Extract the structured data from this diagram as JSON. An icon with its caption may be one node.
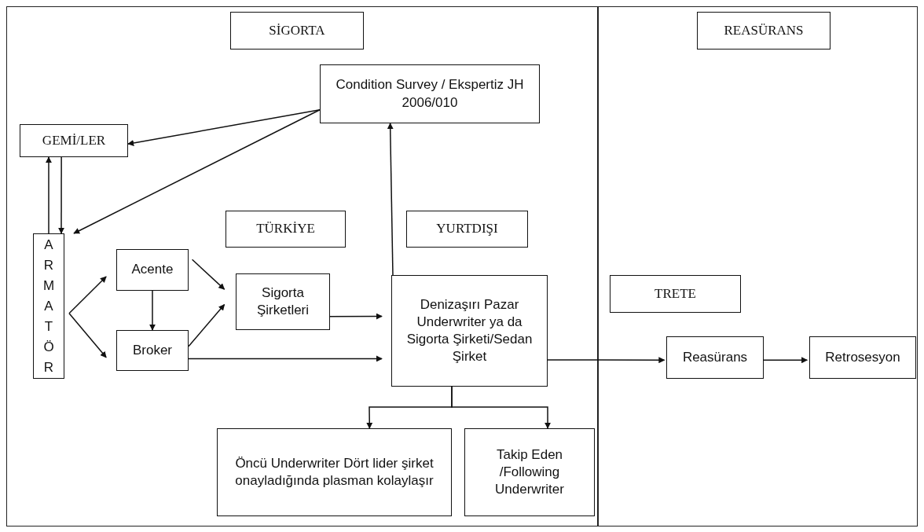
{
  "diagram": {
    "nodes": [
      {
        "text": [
          "SİGORTA"
        ]
      },
      {
        "text": [
          "REASÜRANS"
        ]
      },
      {
        "text": [
          "Condition Survey / Ekspertiz JH 2006/010"
        ]
      },
      {
        "text": [
          "GEMİ/LER"
        ]
      },
      {
        "text": [
          "ARMATÖR"
        ]
      },
      {
        "text": [
          "TÜRKİYE"
        ]
      },
      {
        "text": [
          "YURTDIŞI"
        ]
      },
      {
        "text": [
          "Acente"
        ]
      },
      {
        "text": [
          "Sigorta Şirketleri"
        ]
      },
      {
        "text": [
          "Denizaşırı Pazar Underwriter ya da Sigorta Şirketi/Sedan Şirket"
        ]
      },
      {
        "text": [
          "TRETE"
        ]
      },
      {
        "text": [
          "Broker"
        ]
      },
      {
        "text": [
          "Reasürans"
        ]
      },
      {
        "text": [
          "Retrosesyon"
        ]
      },
      {
        "text": [
          "Öncü Underwriter Dört lider şirket onayladığında plasman kolaylaşır"
        ]
      },
      {
        "text": [
          "Takip Eden /Following Underwriter"
        ]
      }
    ],
    "edges": [
      {
        "from": 2,
        "to": 3,
        "arrow": "to"
      },
      {
        "from": 2,
        "to": 4,
        "arrow": "to"
      },
      {
        "from": 4,
        "to": 3,
        "arrow": "to"
      },
      {
        "from": 3,
        "to": 4,
        "arrow": "to"
      },
      {
        "from": 4,
        "to": 7,
        "arrow": "to"
      },
      {
        "from": 4,
        "to": 11,
        "arrow": "to"
      },
      {
        "from": 7,
        "to": 11,
        "arrow": "to"
      },
      {
        "from": 7,
        "to": 8,
        "arrow": "to"
      },
      {
        "from": 11,
        "to": 8,
        "arrow": "to"
      },
      {
        "from": 8,
        "to": 9,
        "arrow": "to"
      },
      {
        "from": 11,
        "to": 9,
        "arrow": "to"
      },
      {
        "from": 9,
        "to": 2,
        "arrow": "to"
      },
      {
        "from": 9,
        "to": 12,
        "arrow": "to"
      },
      {
        "from": 12,
        "to": 13,
        "arrow": "to"
      },
      {
        "from": 9,
        "to": 14,
        "arrow": "to"
      },
      {
        "from": 9,
        "to": 15,
        "arrow": "to"
      }
    ]
  }
}
